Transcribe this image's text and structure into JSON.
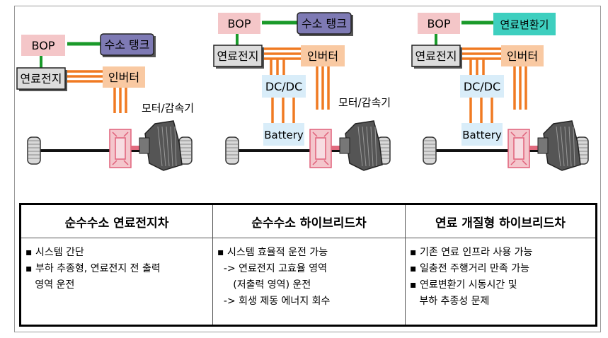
{
  "diagrams": [
    {
      "bop": "BOP",
      "tank": "수소 탱크",
      "fuel_cell": "연료전지",
      "inverter": "인버터",
      "motor": "모터/감속기"
    },
    {
      "bop": "BOP",
      "tank": "수소 탱크",
      "fuel_cell": "연료전지",
      "inverter": "인버터",
      "dcdc": "DC/DC",
      "battery": "Battery",
      "motor": "모터/감속기"
    },
    {
      "bop": "BOP",
      "tank": "연료변환기",
      "fuel_cell": "연료전지",
      "inverter": "인버터",
      "dcdc": "DC/DC",
      "battery": "Battery"
    }
  ],
  "table": {
    "columns": [
      {
        "heading": "순수수소 연료전지차",
        "lines": [
          "▪ 시스템 간단",
          "▪ 부하 추종형, 연료전지 전 출력",
          "   영역 운전"
        ]
      },
      {
        "heading": "순수수소 하이브리드차",
        "lines": [
          "▪ 시스템 효율적 운전 가능",
          "  -> 연료전지 고효율 영역",
          "     (저출력 영역) 운전",
          "  -> 회생 제동 에너지 회수"
        ]
      },
      {
        "heading": "연료 개질형 하이브리드차",
        "lines": [
          "▪ 기존 연료 인프라 사용 가능",
          "▪ 일충전 주행거리 만족 가능",
          "▪ 연료변환기 시동시간 및",
          "   부하 추종성 문제"
        ]
      }
    ]
  },
  "colors": {
    "bop_fill": "#f4c6c8",
    "tank_fill": "#7e7ab4",
    "reformer_fill": "#3ecfbf",
    "fuel_cell_fill": "#dcdcdc",
    "inverter_fill": "#f9c9a2",
    "dcdc_fill": "#d9edf9",
    "pipe": "#1a9a2a",
    "wire": "#f07a22",
    "gear_fill": "#f4c6cc",
    "gear_stroke": "#e0607a",
    "motor_fill": "#555555",
    "axle": "#111111"
  },
  "icons": [
    "motor-reducer-icon",
    "gear-icon",
    "wheel-icon"
  ]
}
